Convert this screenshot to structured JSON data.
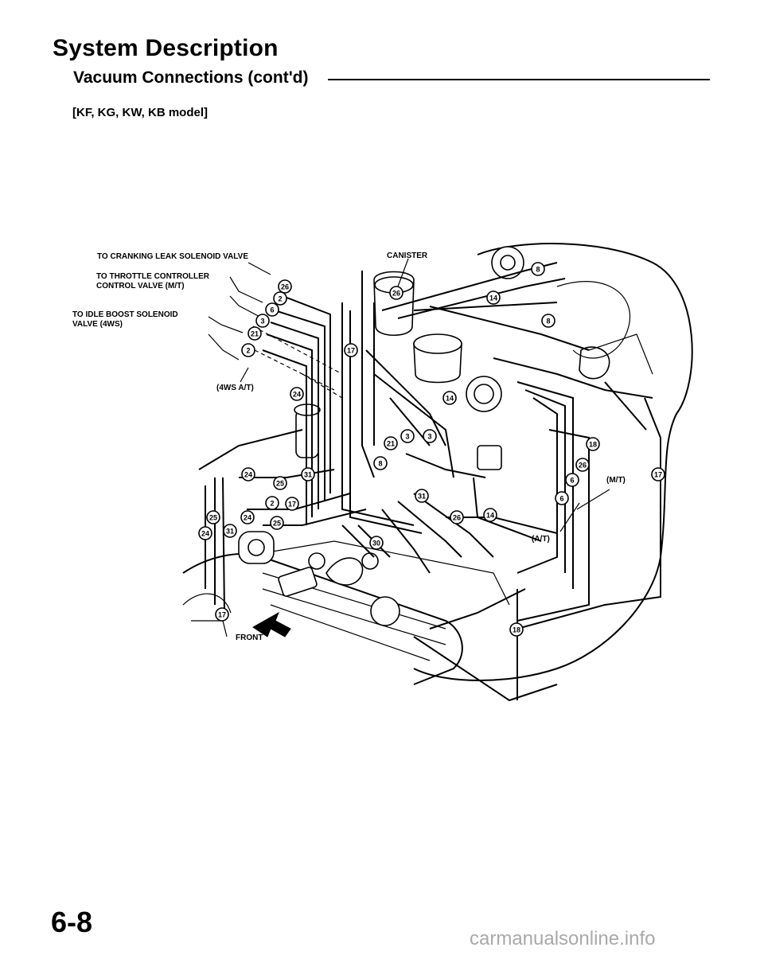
{
  "header": {
    "title": "System Description",
    "subtitle": "Vacuum Connections (cont'd)",
    "model_line": "[KF, KG, KW, KB model]"
  },
  "diagram": {
    "labels": {
      "cranking": "TO CRANKING LEAK SOLENOID VALVE",
      "throttle_1": "TO THROTTLE CONTROLLER",
      "throttle_2": "CONTROL VALVE (M/T)",
      "idle_1": "TO IDLE BOOST SOLENOID",
      "idle_2": "VALVE (4WS)",
      "fourws": "(4WS A/T)",
      "canister": "CANISTER",
      "mt": "(M/T)",
      "at": "(A/T)",
      "front": "FRONT"
    },
    "callouts": [
      "26",
      "2",
      "6",
      "3",
      "21",
      "2",
      "24",
      "26",
      "8",
      "14",
      "8",
      "17",
      "14",
      "21",
      "3",
      "3",
      "8",
      "31",
      "25",
      "24",
      "2",
      "17",
      "31",
      "25",
      "24",
      "25",
      "24",
      "31",
      "17",
      "30",
      "26",
      "14",
      "18",
      "26",
      "6",
      "6",
      "17",
      "18"
    ]
  },
  "footer": {
    "page_number": "6-8",
    "watermark": "carmanualsonline.info"
  }
}
